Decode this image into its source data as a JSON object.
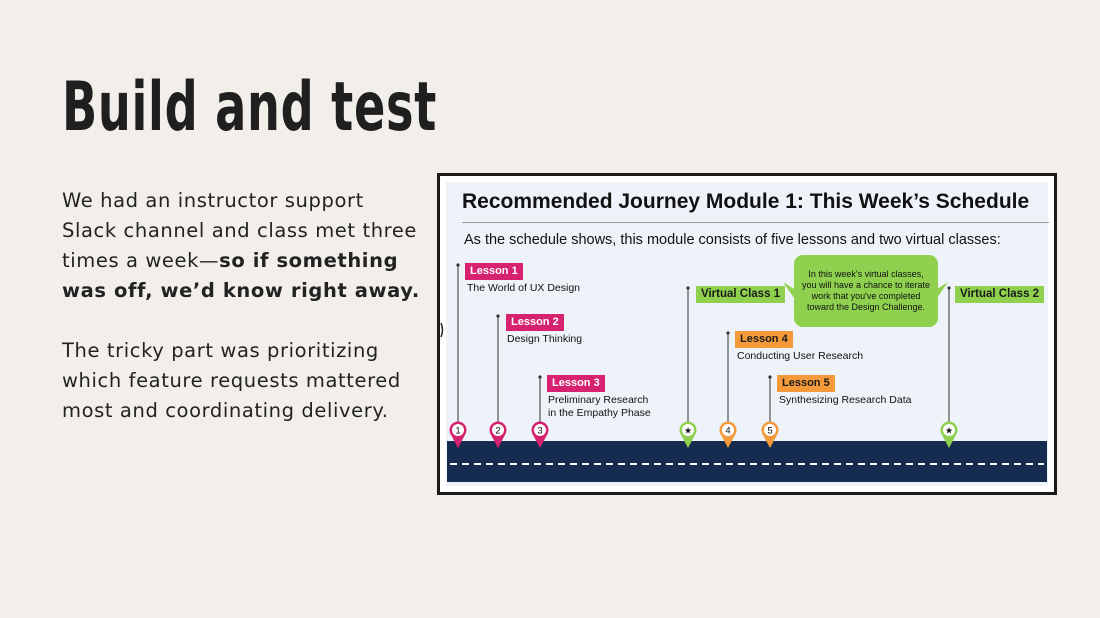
{
  "slide": {
    "title": "Build and test",
    "body": {
      "para1_plain": "We had an instructor support Slack channel and class met three times a week—",
      "para1_bold": "so if something was off, we’d know right away.",
      "para2": "The tricky part was prioritizing which feature requests mattered most and coordinating delivery."
    }
  },
  "diagram": {
    "heading_bold": "Recommended Journey Module 1:",
    "heading_regular": " This Week’s Schedule",
    "subtitle": "As the schedule shows, this module consists of five lessons and two virtual classes:",
    "callout": "In this week's virtual classes, you will have a chance to iterate work that you've completed toward the Design Challenge.",
    "items": [
      {
        "badge": "Lesson 1",
        "desc": [
          "The World of UX Design"
        ],
        "marker": "1",
        "color": "#d6226f"
      },
      {
        "badge": "Lesson 2",
        "desc": [
          "Design Thinking"
        ],
        "marker": "2",
        "color": "#d6226f"
      },
      {
        "badge": "Lesson 3",
        "desc": [
          "Preliminary Research",
          "in the Empathy Phase"
        ],
        "marker": "3",
        "color": "#d6226f"
      },
      {
        "badge": "Virtual Class 1",
        "desc": [],
        "marker": "★",
        "color": "#8fd14f"
      },
      {
        "badge": "Lesson 4",
        "desc": [
          "Conducting User Research"
        ],
        "marker": "4",
        "color": "#f59a3b"
      },
      {
        "badge": "Lesson 5",
        "desc": [
          "Synthesizing Research Data"
        ],
        "marker": "5",
        "color": "#f59a3b"
      },
      {
        "badge": "Virtual Class 2",
        "desc": [],
        "marker": "★",
        "color": "#8fd14f"
      }
    ],
    "colors": {
      "lesson_pink": "#d6226f",
      "lesson_orange": "#f59a3b",
      "virtual_green": "#8fd14f",
      "timeline_band": "#152b50",
      "diagram_bg": "#eef3f9"
    }
  }
}
